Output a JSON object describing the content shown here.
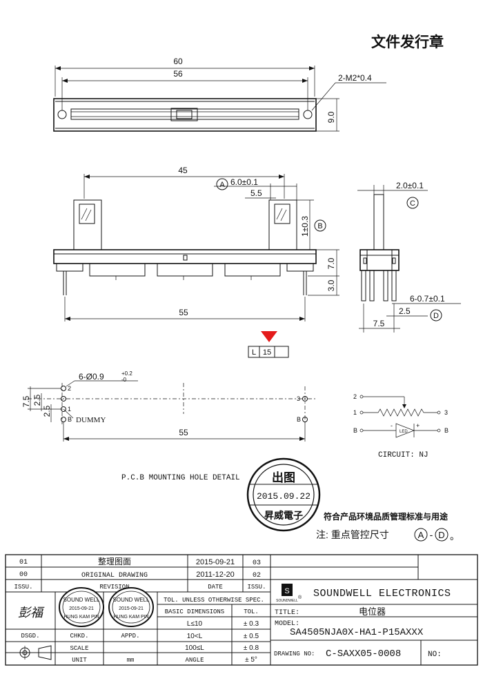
{
  "doc": {
    "release_stamp": "文件发行章"
  },
  "top_view": {
    "dim_overall": "60",
    "dim_holes": "56",
    "dim_height": "9.0",
    "hole_note": "2-M2*0.4"
  },
  "front_view": {
    "dim_travel": "45",
    "dim_lever": "6.0±0.1",
    "dim_lever_tag": "A",
    "dim_55": "5.5",
    "dim_lever_h": "1±0.3",
    "dim_lever_h_tag": "B",
    "dim_body_h": "7.0",
    "dim_pin_len": "3.0",
    "dim_pitch": "55"
  },
  "side_view": {
    "dim_shaft": "2.0±0.1",
    "dim_shaft_tag": "C",
    "dim_pin_w": "6-0.7±0.1",
    "dim_pin_tag": "D",
    "dim_2_5": "2.5",
    "dim_7_5": "7.5"
  },
  "travel_box": {
    "label": "L",
    "value": "15"
  },
  "pcb": {
    "hole_note": "6-Ø0.9",
    "hole_tol_plus": "+0.2",
    "hole_tol_minus": "-0",
    "dim_7_5": "7.5",
    "dim_2_5a": "2.5",
    "dim_2_5b": "2.5",
    "pin_2": "2",
    "pin_1": "1",
    "pin_b_left": "B",
    "pin_3": "3",
    "pin_b_right": "B",
    "dummy": "DUMMY",
    "dim_55": "55",
    "caption": "P.C.B MOUNTING HOLE DETAIL"
  },
  "circuit": {
    "pin_2": "2",
    "pin_1": "1",
    "pin_3": "3",
    "pin_b_left": "B",
    "pin_b_right": "B",
    "led_label": "LED",
    "minus": "-",
    "plus": "+",
    "caption": "CIRCUIT: NJ"
  },
  "issue_stamp": {
    "title": "出图",
    "date": "2015.09.22",
    "company": "昇威電子"
  },
  "notes": {
    "compliance": "符合产品环境品质管理标准与用途",
    "key_dims": "注: 重点管控尺寸",
    "tag_a": "A",
    "dash": "-",
    "tag_d": "D",
    "period": "。"
  },
  "title_block": {
    "rev_rows": [
      {
        "issue": "01",
        "desc": "整理图面",
        "date": "2015-09-21",
        "code": "03"
      },
      {
        "issue": "00",
        "desc": "ORIGINAL  DRAWING",
        "date": "2011-12-20",
        "code": "02"
      }
    ],
    "head_issu": "ISSU.",
    "head_revision": "REVISION",
    "head_date": "DATE",
    "head_code": "ISSU.",
    "tol_title": "TOL. UNLESS OTHERWISE SPEC.",
    "tol_basic": "BASIC DIMENSIONS",
    "tol_head": "TOL.",
    "tol_rows": [
      {
        "dim": "L≤10",
        "tol": "± 0.3"
      },
      {
        "dim": "10<L",
        "tol": "± 0.5"
      },
      {
        "dim": "100≤L",
        "tol": "± 0.8"
      }
    ],
    "angle_label": "ANGLE",
    "angle_tol": "± 5°",
    "dsgd": "DSGD.",
    "chkd": "CHKD.",
    "appd": "APPD.",
    "scale": "SCALE",
    "unit": "UNIT",
    "unit_value": "mm",
    "signature": "彭福",
    "stamp_company": "SOUND WELL",
    "stamp_date": "2015-09-21",
    "stamp_factory": "HUNG KAM PIN",
    "company": "SOUNDWELL ELECTRONICS",
    "logo_small": "SOUNDWELL",
    "registered": "®",
    "title_label": "TITLE:",
    "title_value": "电位器",
    "model_label": "MODEL:",
    "model_value": "SA4505NJA0X-HA1-P15AXXX",
    "dwg_label": "DRAWING NO:",
    "dwg_value": "C-SAXX05-0008",
    "no_label": "NO:"
  }
}
